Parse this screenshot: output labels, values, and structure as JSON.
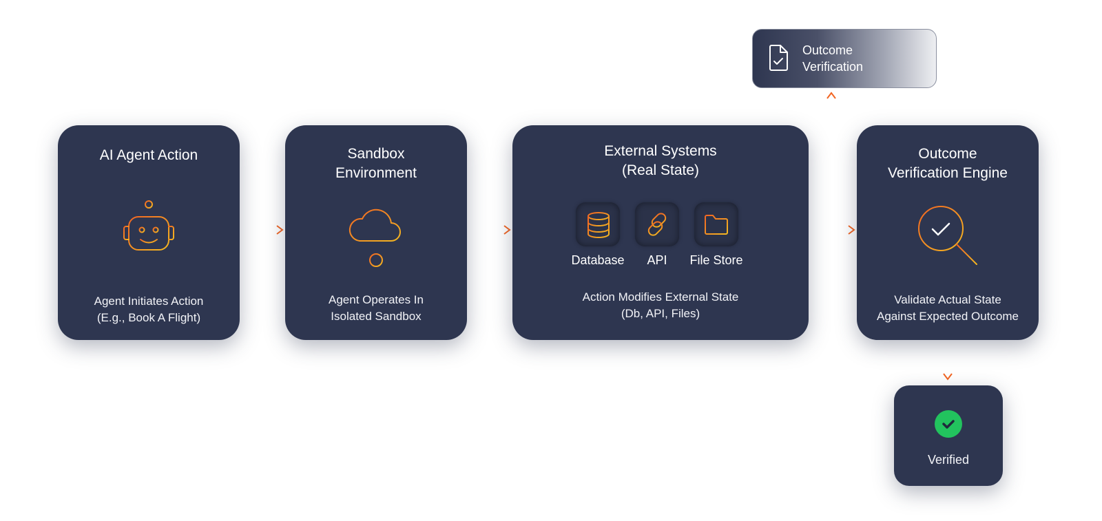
{
  "stages": [
    {
      "title": "AI Agent Action",
      "icon": "robot-icon",
      "description": "Agent Initiates Action\n(E.g., Book A Flight)"
    },
    {
      "title": "Sandbox\nEnvironment",
      "icon": "cloud-network-icon",
      "description": "Agent Operates In\nIsolated Sandbox"
    },
    {
      "title": "External Systems\n(Real State)",
      "systems": [
        {
          "label": "Database",
          "icon": "database-icon"
        },
        {
          "label": "API",
          "icon": "link-icon"
        },
        {
          "label": "File Store",
          "icon": "folder-icon"
        }
      ],
      "description": "Action Modifies External State\n(Db, API, Files)"
    },
    {
      "title": "Outcome\nVerification Engine",
      "icon": "magnifier-check-icon",
      "description": "Validate Actual State\nAgainst Expected Outcome"
    }
  ],
  "outcome_verification": {
    "label": "Outcome\nVerification",
    "icon": "document-check-icon"
  },
  "result": {
    "label": "Verified",
    "icon": "check-circle-icon"
  },
  "colors": {
    "card_background": "#2e3650",
    "accent_orange": "#f26522",
    "accent_yellow": "#f5b921",
    "success_green": "#22c35e"
  }
}
